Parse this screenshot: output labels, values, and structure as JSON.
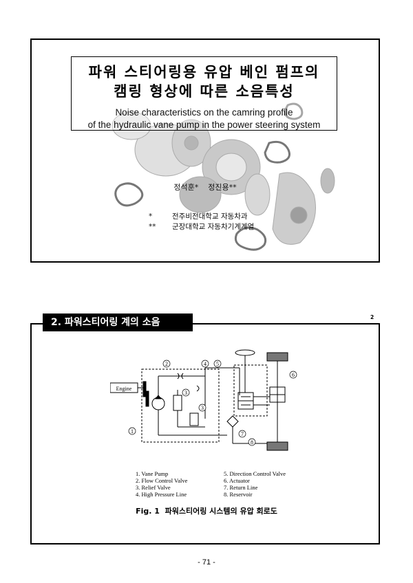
{
  "slide1": {
    "title_ko_line1": "파워 스티어링용 유압 베인 펌프의",
    "title_ko_line2": "캠링 형상에 따른 소음특성",
    "title_en_line1": "Noise characteristics on the camring profile",
    "title_en_line2": "of the hydraulic vane pump in the power steering system",
    "authors": "정석훈*    정진용**",
    "affiliations": [
      {
        "mark": "*",
        "name": "전주비전대학교 자동차과"
      },
      {
        "mark": "**",
        "name": "군장대학교 자동차기계계열"
      }
    ]
  },
  "slide2": {
    "section_title": "2. 파워스티어링 계의 소음",
    "slide_number": "2",
    "diagram": {
      "engine_label": "Engine",
      "callouts": [
        "1",
        "2",
        "3",
        "4",
        "5",
        "6",
        "7",
        "8"
      ]
    },
    "legend_left": [
      "1. Vane Pump",
      "2. Flow Control Valve",
      "3. Relief Valve",
      "4. High Pressure Line"
    ],
    "legend_right": [
      "5. Direction Control Valve",
      "6. Actuator",
      "7. Return Line",
      "8. Reservoir"
    ],
    "figure_caption": "Fig. 1  파워스티어링 시스템의 유압 회로도"
  },
  "page_number": "- 71 -"
}
